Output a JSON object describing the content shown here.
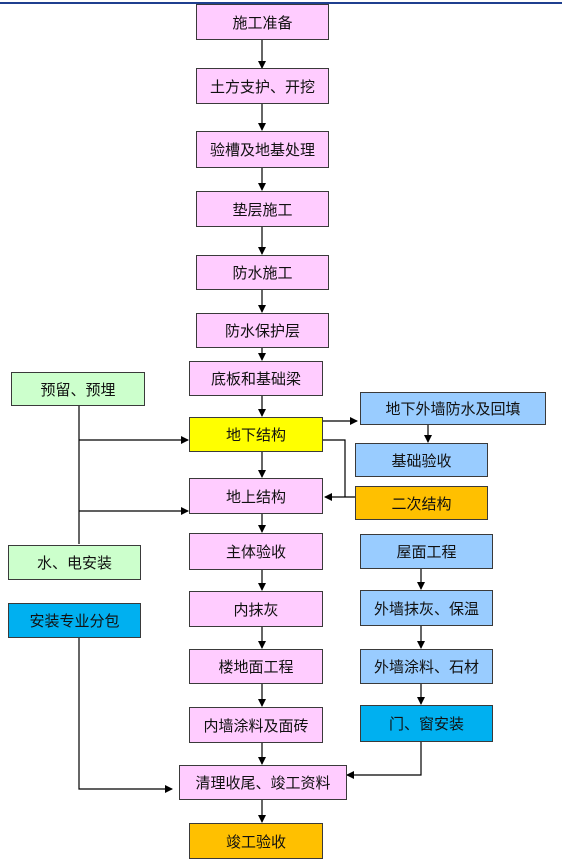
{
  "flowchart": {
    "main": [
      "施工准备",
      "土方支护、开挖",
      "验槽及地基处理",
      "垫层施工",
      "防水施工",
      "防水保护层",
      "底板和基础梁",
      "地下结构",
      "地上结构",
      "主体验收",
      "内抹灰",
      "楼地面工程",
      "内墙涂料及面砖",
      "清理收尾、竣工资料",
      "竣工验收"
    ],
    "left": [
      "预留、预埋",
      "水、电安装",
      "安装专业分包"
    ],
    "right": [
      "地下外墙防水及回填",
      "基础验收",
      "二次结构",
      "屋面工程",
      "外墙抹灰、保温",
      "外墙涂料、石材",
      "门、窗安装"
    ]
  },
  "colors": {
    "pink": "#ffccff",
    "yellow": "#ffff00",
    "orange": "#ffc000",
    "light_blue": "#99ccff",
    "light_green": "#ccffcc",
    "cyan": "#00b0f0",
    "title_line": "#1f3f8f"
  }
}
